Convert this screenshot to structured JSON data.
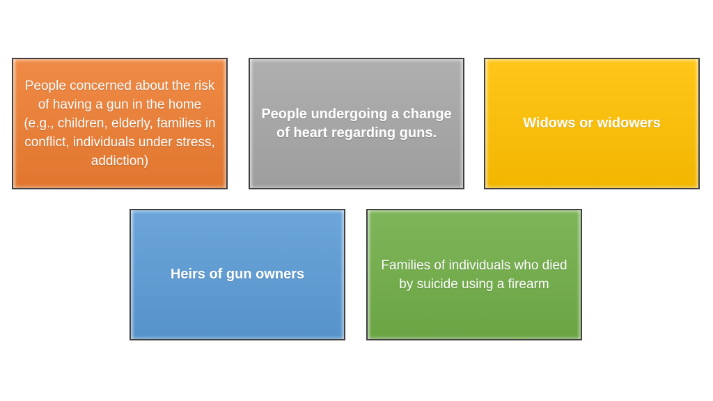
{
  "slide": {
    "background_color": "#FFFFFF",
    "text_color": "#FFFFFF",
    "border_color": "#3F3F3F",
    "boxes": [
      {
        "id": "concerned-about-risk",
        "label": "People concerned about the risk of having a gun in the home (e.g., children, elderly, families in conflict, individuals under stress, addiction)",
        "color": "#ED7D31",
        "bold": false
      },
      {
        "id": "change-of-heart",
        "label": "People undergoing a change of heart regarding guns.",
        "color": "#A6A6A6",
        "bold": true
      },
      {
        "id": "widows-widowers",
        "label": "Widows or widowers",
        "color": "#FFC000",
        "bold": true
      },
      {
        "id": "heirs-of-gun-owners",
        "label": "Heirs of gun owners",
        "color": "#5B9BD5",
        "bold": true
      },
      {
        "id": "families-of-suicide-victims",
        "label": "Families of individuals who died by suicide using a firearm",
        "color": "#70AD47",
        "bold": false
      }
    ]
  }
}
